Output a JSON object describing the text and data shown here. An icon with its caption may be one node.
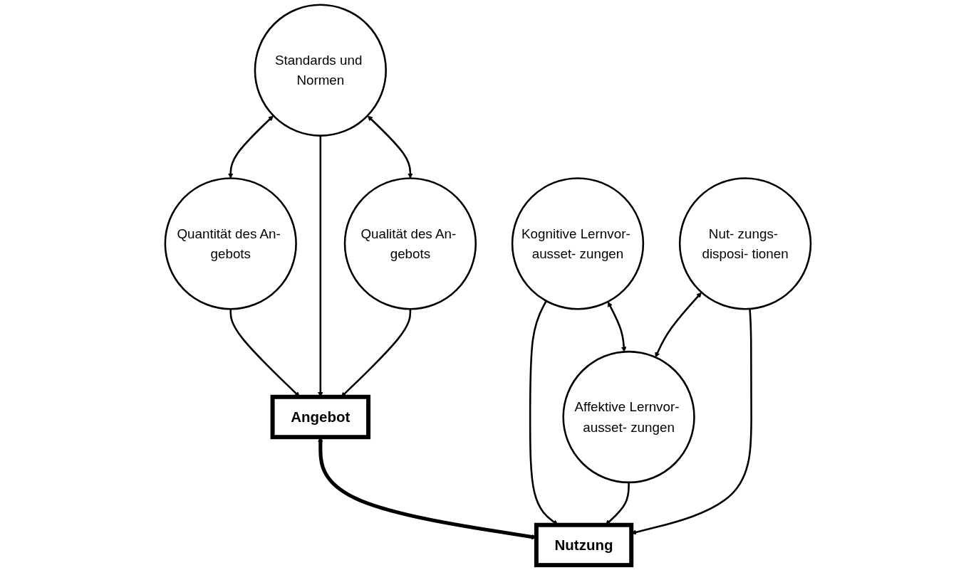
{
  "diagram": {
    "nodes": [
      {
        "text": [
          "Quantität des An- gebots"
        ]
      },
      {
        "text": [
          "Kognitive Lernvor- ausset- zungen"
        ]
      },
      {
        "text": [
          "Standards und Normen"
        ]
      },
      {
        "text": [
          "Angebot"
        ]
      },
      {
        "text": [
          "Nutzung"
        ]
      },
      {
        "text": [
          "Affektive Lernvor- ausset- zungen"
        ]
      },
      {
        "text": [
          "Qualität des An- gebots"
        ]
      },
      {
        "text": [
          "Nut- zungs- disposi- tionen"
        ]
      }
    ],
    "edges": [
      {
        "from": 2,
        "to": 0,
        "arrow": "both"
      },
      {
        "from": 0,
        "to": 3,
        "arrow": "to"
      },
      {
        "from": 2,
        "to": 3,
        "arrow": "to"
      },
      {
        "from": 6,
        "to": 3,
        "arrow": "to"
      },
      {
        "from": 2,
        "to": 6,
        "arrow": "both"
      },
      {
        "from": 3,
        "to": 4,
        "arrow": "both",
        "style": "thick"
      },
      {
        "from": 1,
        "to": 4,
        "arrow": "to"
      },
      {
        "from": 5,
        "to": 4,
        "arrow": "to"
      },
      {
        "from": 7,
        "to": 4,
        "arrow": "to"
      },
      {
        "from": 1,
        "to": 5,
        "arrow": "both"
      },
      {
        "from": 7,
        "to": 5,
        "arrow": "both"
      }
    ]
  }
}
